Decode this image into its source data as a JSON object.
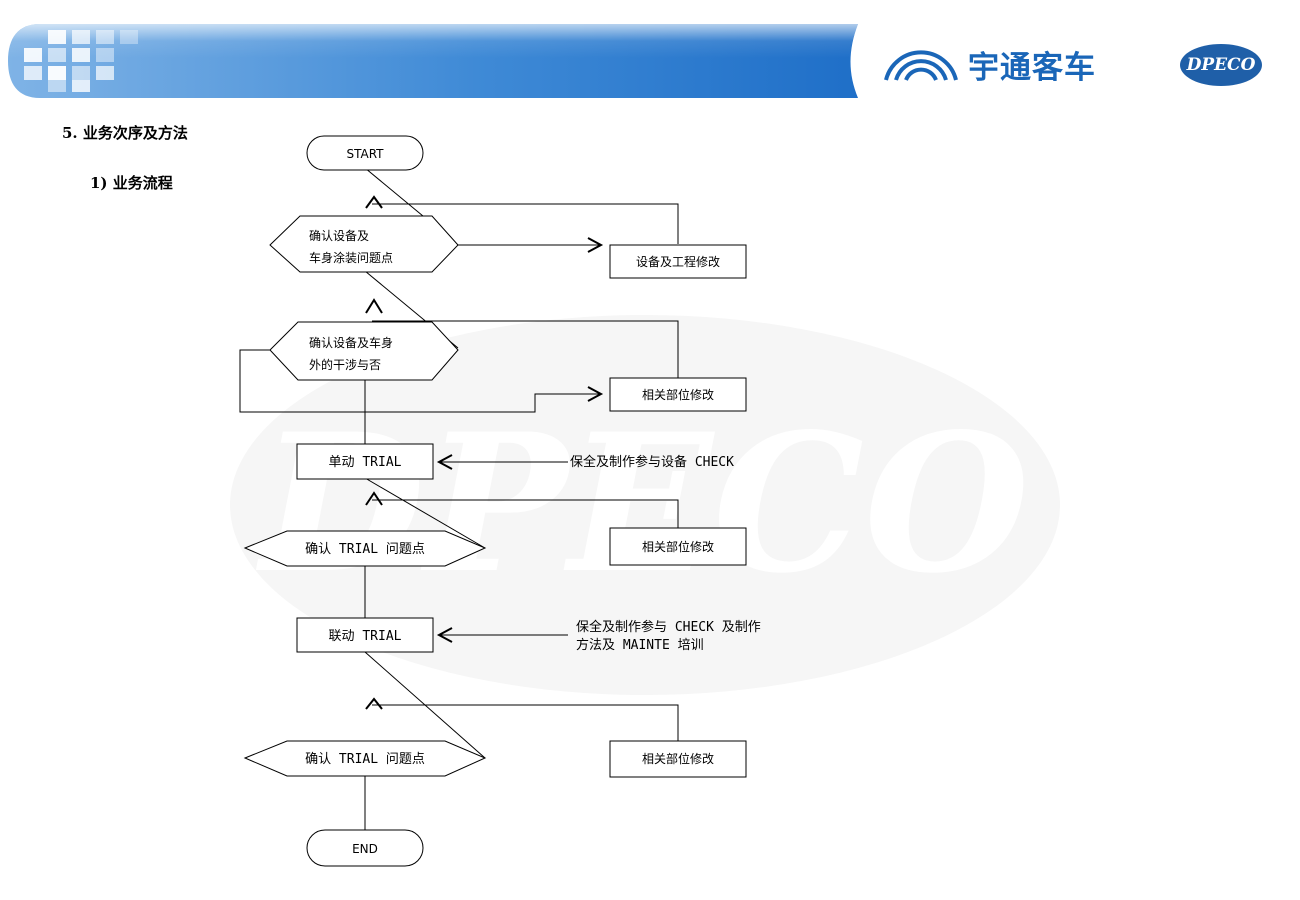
{
  "header": {
    "brand_text": "宇通客车",
    "logo_text": "DPECO",
    "watermark_text": "DPECO"
  },
  "section": {
    "number_title": "5.  业务次序及方法",
    "sub_title": "1)  业务流程"
  },
  "nodes": {
    "start": "START",
    "check1_line1": "确认设备及",
    "check1_line2": "车身涂装问题点",
    "fix1": "设备及工程修改",
    "check2_line1": "确认设备及车身",
    "check2_line2": "外的干涉与否",
    "fix2": "相关部位修改",
    "single_trial": "单动  TRIAL",
    "single_note": "保全及制作参与设备  CHECK",
    "check3": "确认  TRIAL  问题点",
    "fix3": "相关部位修改",
    "linked_trial": "联动  TRIAL",
    "linked_note_line1": "保全及制作参与  CHECK  及制作",
    "linked_note_line2": "方法及  MAINTE  培训",
    "check4": "确认  TRIAL  问题点",
    "fix4": "相关部位修改",
    "end": "END"
  }
}
